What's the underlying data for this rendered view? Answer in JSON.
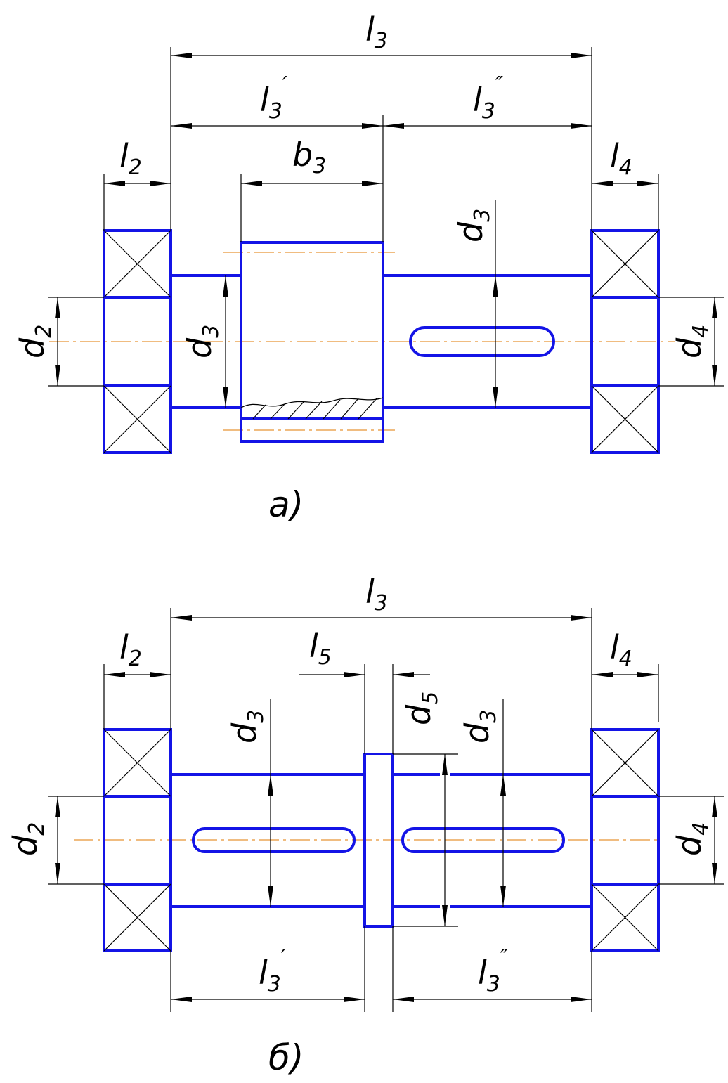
{
  "colors": {
    "contour": "#1414e6",
    "dimension": "#000000",
    "axis": "#e07800"
  },
  "figure_a": {
    "caption": "а)",
    "l3": {
      "base": "l",
      "sub": "3"
    },
    "l3p": {
      "base": "l",
      "sub": "3",
      "mark": "′"
    },
    "l3pp": {
      "base": "l",
      "sub": "3",
      "mark": "″"
    },
    "b3": {
      "base": "b",
      "sub": "3"
    },
    "l2": {
      "base": "l",
      "sub": "2"
    },
    "l4": {
      "base": "l",
      "sub": "4"
    },
    "d2": {
      "base": "d",
      "sub": "2"
    },
    "d3_left": {
      "base": "d",
      "sub": "3"
    },
    "d3_right": {
      "base": "d",
      "sub": "3"
    },
    "d4": {
      "base": "d",
      "sub": "4"
    }
  },
  "figure_b": {
    "caption": "б)",
    "l3": {
      "base": "l",
      "sub": "3"
    },
    "l5": {
      "base": "l",
      "sub": "5"
    },
    "l2": {
      "base": "l",
      "sub": "2"
    },
    "l4": {
      "base": "l",
      "sub": "4"
    },
    "l3p": {
      "base": "l",
      "sub": "3",
      "mark": "′"
    },
    "l3pp": {
      "base": "l",
      "sub": "3",
      "mark": "″"
    },
    "d2": {
      "base": "d",
      "sub": "2"
    },
    "d3_left": {
      "base": "d",
      "sub": "3"
    },
    "d5": {
      "base": "d",
      "sub": "5"
    },
    "d3_right": {
      "base": "d",
      "sub": "3"
    },
    "d4": {
      "base": "d",
      "sub": "4"
    }
  }
}
